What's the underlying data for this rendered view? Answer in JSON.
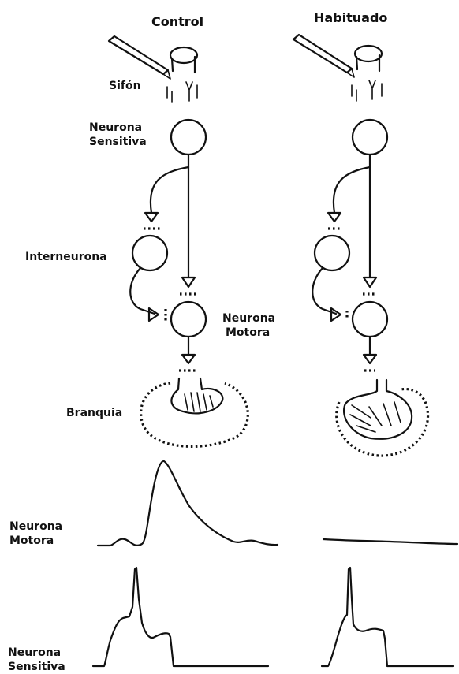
{
  "columns": {
    "control": "Control",
    "habituated": "Habituado"
  },
  "labels": {
    "siphon": "Sifón",
    "sensory_neuron_line1": "Neurona",
    "sensory_neuron_line2": "Sensitiva",
    "interneuron": "Interneurona",
    "motor_neuron_line1": "Neurona",
    "motor_neuron_line2": "Motora",
    "gill": "Branquia"
  },
  "traces": {
    "motor_label_line1": "Neurona",
    "motor_label_line2": "Motora",
    "sensory_label_line1": "Neurona",
    "sensory_label_line2": "Sensitiva"
  }
}
